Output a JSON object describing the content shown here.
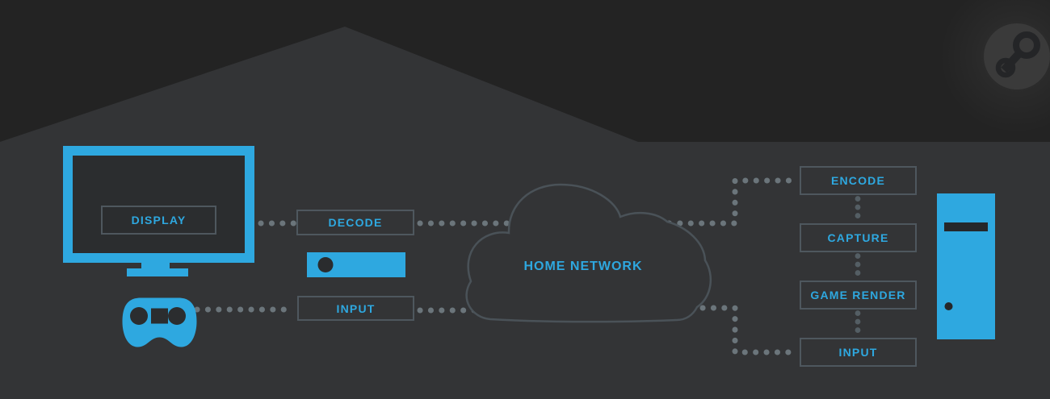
{
  "client_side": {
    "display_label": "DISPLAY",
    "decode_label": "DECODE",
    "input_label": "INPUT"
  },
  "network": {
    "home_network_label": "HOME NETWORK"
  },
  "host_side": {
    "encode_label": "ENCODE",
    "capture_label": "CAPTURE",
    "game_render_label": "GAME RENDER",
    "input_label": "INPUT"
  },
  "icons": [
    "tv-icon",
    "gamepad-icon",
    "steam-link-device-icon",
    "home-network-cloud-icon",
    "pc-tower-icon",
    "steam-logo-icon"
  ],
  "colors": {
    "accent_blue": "#2ea8e0",
    "background_outer": "#232323",
    "background_house": "#333436",
    "screen_dark": "#2b2d2f",
    "box_border": "#4e575e",
    "dot_gray": "#6b757b",
    "small_dot_gray": "#545e64",
    "cloud_stroke": "#4a5258",
    "steam_ball": "#3a3a3a",
    "steam_glyph": "#242527"
  }
}
